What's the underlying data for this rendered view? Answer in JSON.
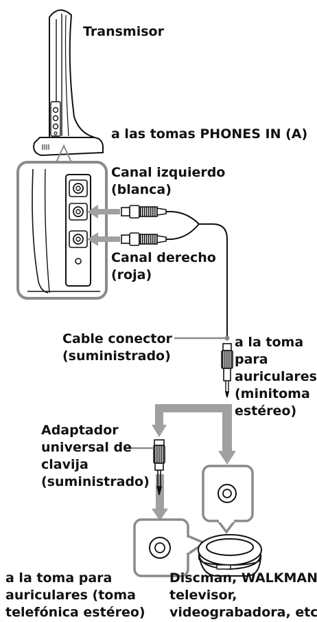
{
  "labels": {
    "transmitter": "Transmisor",
    "phones_in": "a las tomas PHONES IN (A)",
    "left_channel": "Canal izquierdo\n(blanca)",
    "right_channel": "Canal derecho\n(roja)",
    "connecting_cable": "Cable conector\n(suministrado)",
    "headphone_jack_mini": "a la toma\npara\nauriculares\n(minitoma\nestéreo)",
    "plug_adaptor": "Adaptador\nuniversal de\nclavija\n(suministrado)",
    "headphone_jack_phone": "a la toma para\nauriculares (toma\ntelefónica estéreo)",
    "devices": "Discman, WALKMAN*,\ntelevisor,\nvideograbadora, etc."
  },
  "colors": {
    "line": "#111111",
    "arrow_gray": "#a0a0a0",
    "outline_gray": "#8a8a8a",
    "callout_fill": "#ffffff"
  }
}
